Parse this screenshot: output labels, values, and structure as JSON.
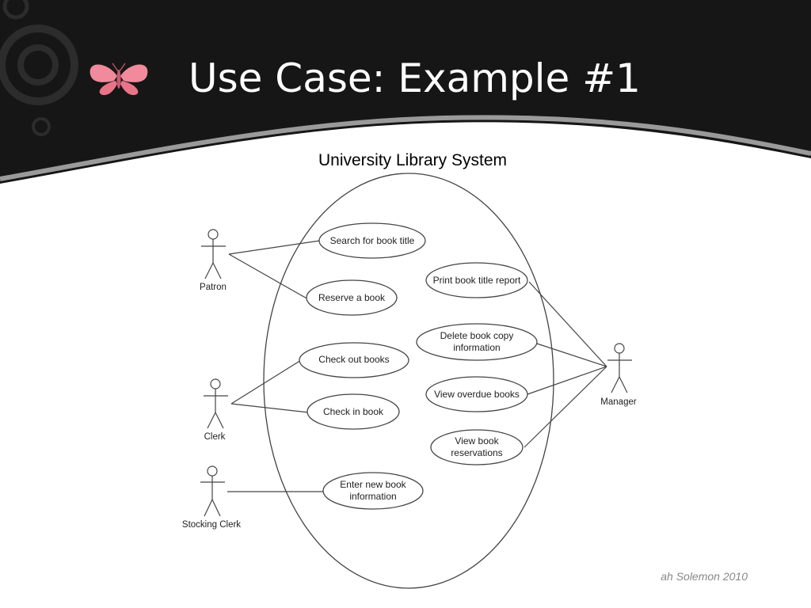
{
  "slide": {
    "title": "Use Case: Example #1",
    "footer": "ah Solemon 2010"
  },
  "colors": {
    "banner": "#161616",
    "accent_pink": "#f08a9c",
    "swoosh": "#9a9a9a"
  },
  "diagram": {
    "system_title": "University Library System",
    "actors": {
      "patron": "Patron",
      "clerk": "Clerk",
      "stocking_clerk": "Stocking Clerk",
      "manager": "Manager"
    },
    "use_cases": {
      "search": [
        "Search for book title"
      ],
      "reserve": [
        "Reserve a book"
      ],
      "checkout": [
        "Check out books"
      ],
      "checkin": [
        "Check in book"
      ],
      "enter_new": [
        "Enter new book",
        "information"
      ],
      "print_report": [
        "Print book title report"
      ],
      "delete_copy": [
        "Delete book copy",
        "information"
      ],
      "view_overdue": [
        "View overdue books"
      ],
      "view_reservations": [
        "View book",
        "reservations"
      ]
    }
  }
}
